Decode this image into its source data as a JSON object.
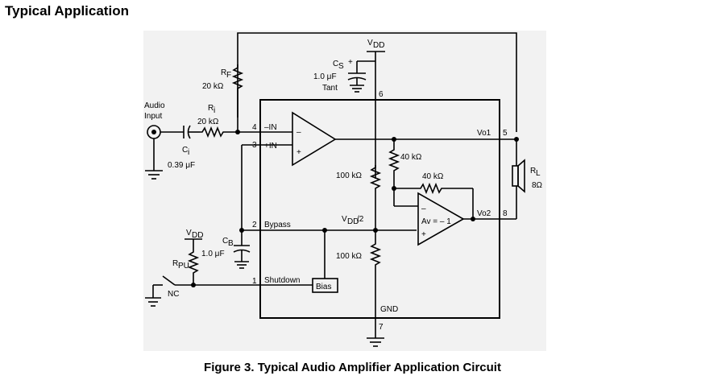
{
  "heading": "Typical Application",
  "caption": "Figure 3.  Typical Audio Amplifier Application Circuit",
  "labels": {
    "audio_input_1": "Audio",
    "audio_input_2": "Input",
    "rf_name": "R",
    "rf_sub": "F",
    "rf_value": "20 kΩ",
    "ri_name": "R",
    "ri_sub": "i",
    "ri_value": "20 kΩ",
    "ci_name": "C",
    "ci_sub": "i",
    "ci_value": "0.39 μF",
    "vdd_top": "V",
    "vdd_top_sub": "DD",
    "cs_name": "C",
    "cs_sub": "S",
    "cs_value": "1.0 μF",
    "cs_type": "Tant",
    "pin6": "6",
    "pin4": "4",
    "pin4_name": "–IN",
    "pin3": "3",
    "pin3_name": "+IN",
    "pin2": "2",
    "pin2_name": "Bypass",
    "pin1": "1",
    "pin1_name": "Shutdown",
    "pin5": "5",
    "vo1": "Vo1",
    "pin8": "8",
    "vo2": "Vo2",
    "pin7": "7",
    "gnd": "GND",
    "r40_upper": "40 kΩ",
    "r40_lower": "40 kΩ",
    "r100_upper": "100 kΩ",
    "r100_lower": "100 kΩ",
    "vdd_half": "V",
    "vdd_half_sub": "DD",
    "vdd_half_tail": "/2",
    "gain": "Av = – 1",
    "bias": "Bias",
    "rl_name": "R",
    "rl_sub": "L",
    "rl_value": "8Ω",
    "vdd_pu": "V",
    "vdd_pu_sub": "DD",
    "rpu_name": "R",
    "rpu_sub": "PU",
    "cb_name": "C",
    "cb_sub": "B",
    "cb_value": "1.0 μF",
    "nc": "NC",
    "opamp_minus": "–",
    "opamp_plus": "+",
    "cs_plus": "+"
  }
}
